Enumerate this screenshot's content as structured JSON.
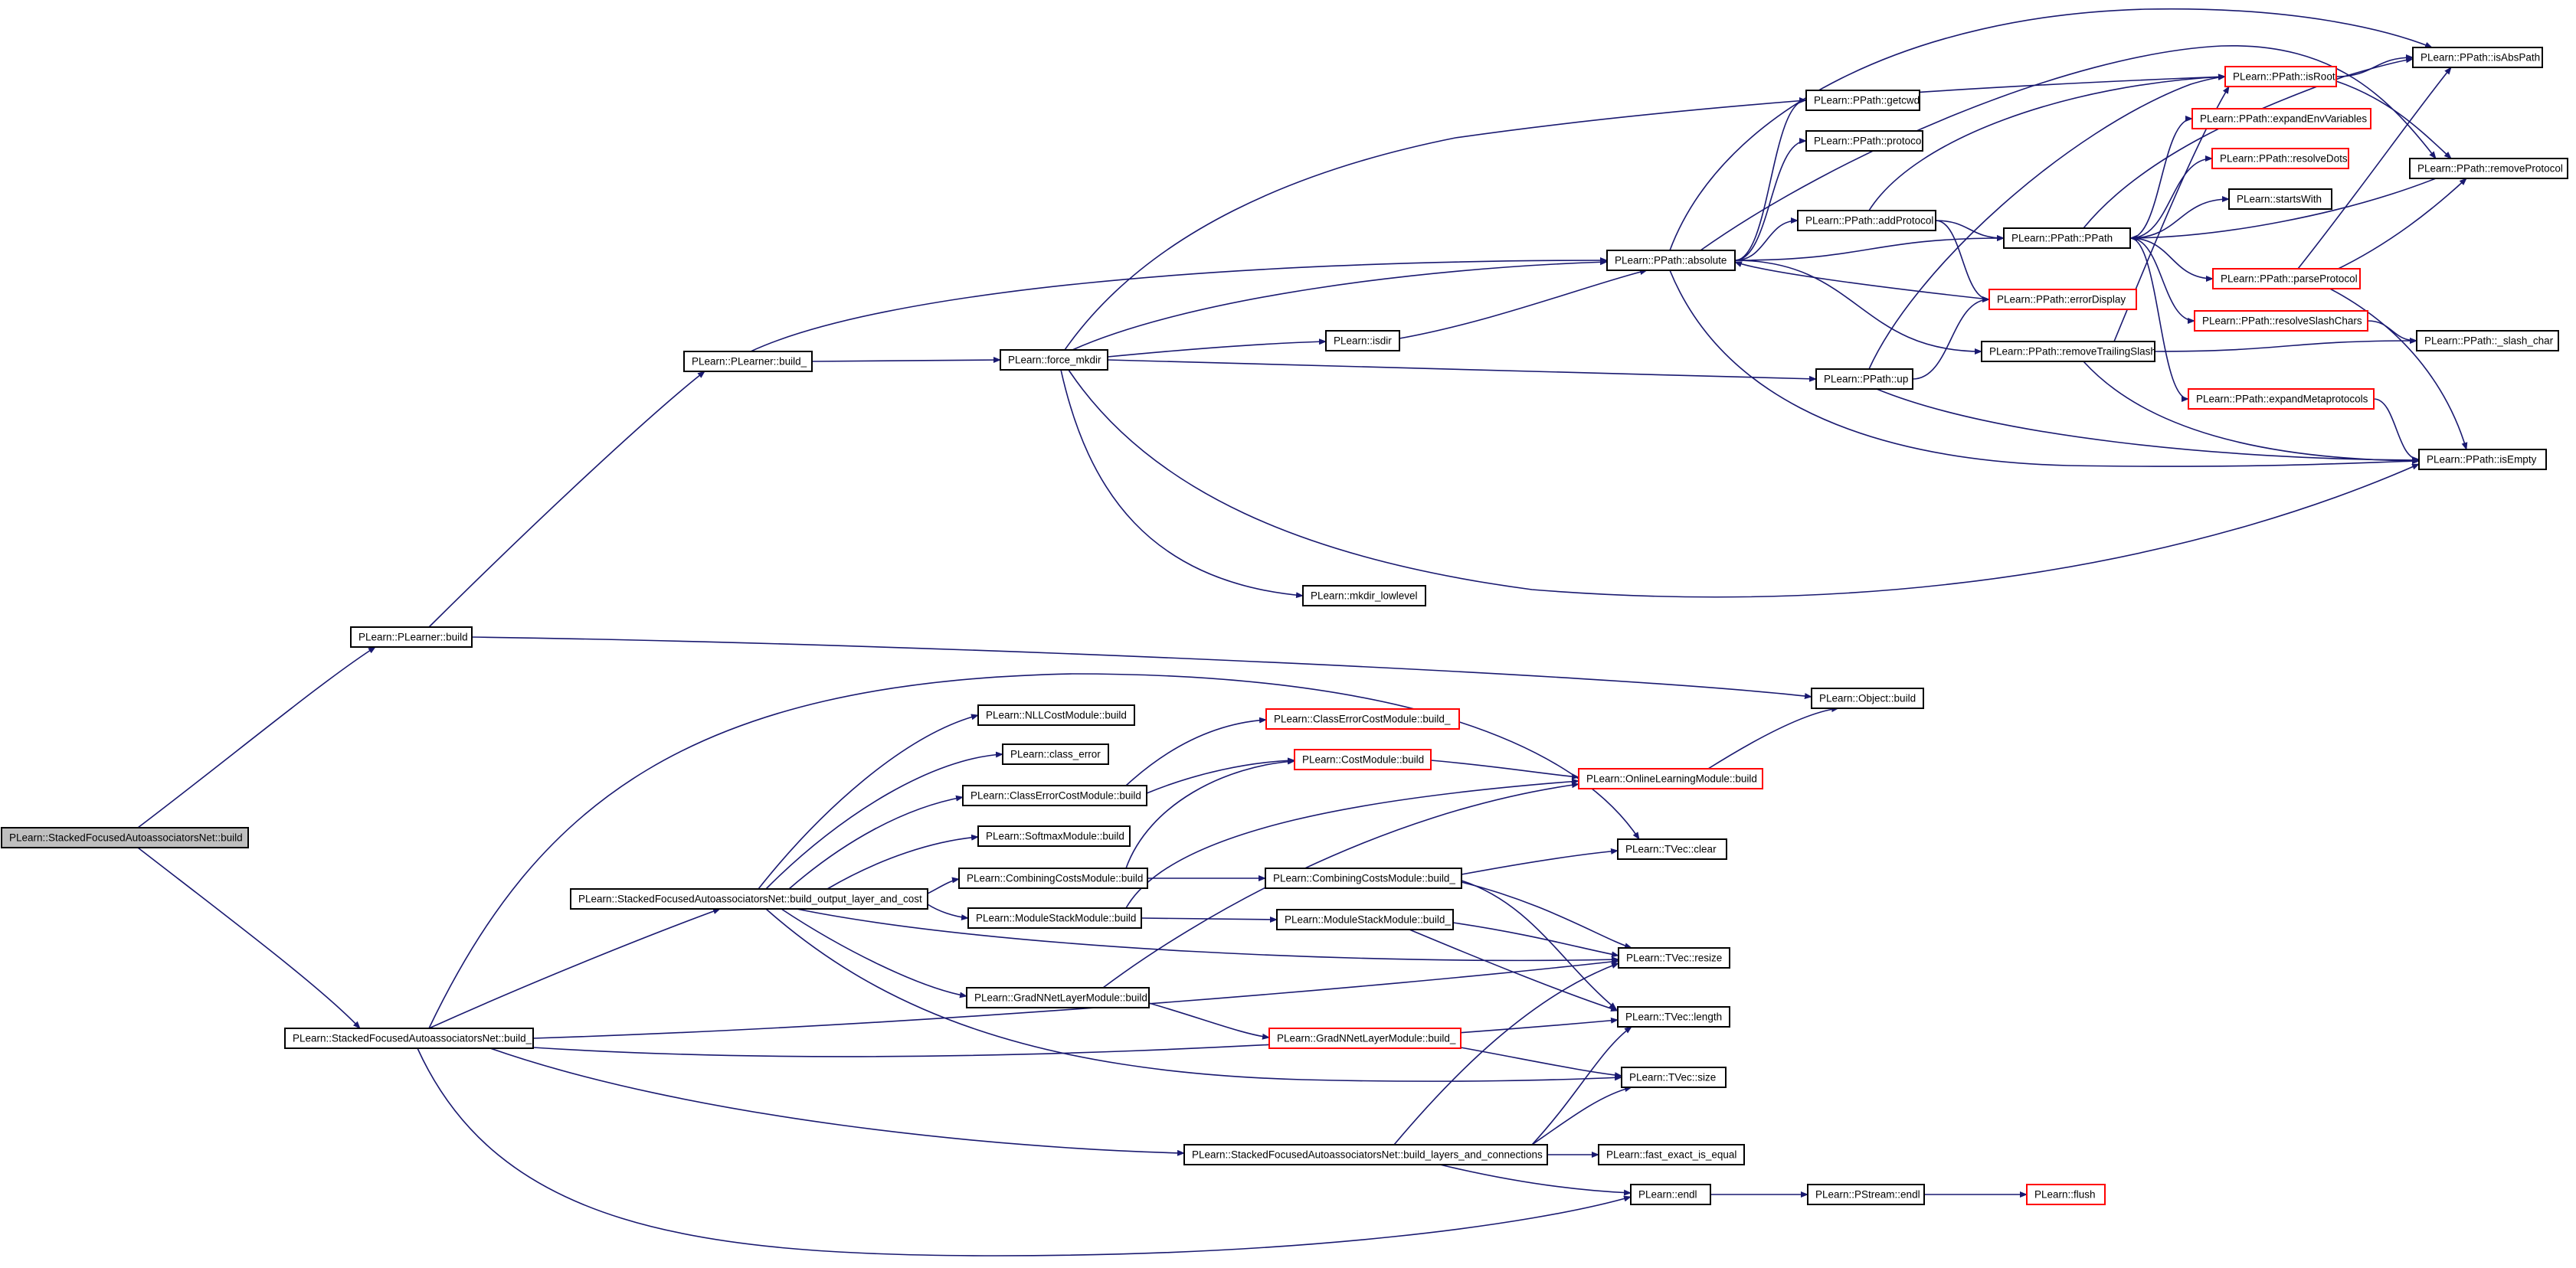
{
  "colors": {
    "edge": "#191970",
    "normal_border": "#000000",
    "truncated_border": "#ff0000",
    "root_fill": "#bfbfbf",
    "node_fill": "#ffffff"
  },
  "nodes": [
    {
      "id": "root",
      "label": "PLearn::StackedFocusedAutoassociatorsNet::build",
      "kind": "root"
    },
    {
      "id": "plearner_build",
      "label": "PLearn::PLearner::build",
      "kind": "normal"
    },
    {
      "id": "plearner_build_",
      "label": "PLearn::PLearner::build_",
      "kind": "normal"
    },
    {
      "id": "force_mkdir",
      "label": "PLearn::force_mkdir",
      "kind": "normal"
    },
    {
      "id": "isdir",
      "label": "PLearn::isdir",
      "kind": "normal"
    },
    {
      "id": "mkdir_lowlevel",
      "label": "PLearn::mkdir_lowlevel",
      "kind": "normal"
    },
    {
      "id": "ppath_absolute",
      "label": "PLearn::PPath::absolute",
      "kind": "normal"
    },
    {
      "id": "ppath_getcwd",
      "label": "PLearn::PPath::getcwd",
      "kind": "normal"
    },
    {
      "id": "ppath_protocol",
      "label": "PLearn::PPath::protocol",
      "kind": "normal"
    },
    {
      "id": "ppath_addprotocol",
      "label": "PLearn::PPath::addProtocol",
      "kind": "normal"
    },
    {
      "id": "ppath_up",
      "label": "PLearn::PPath::up",
      "kind": "normal"
    },
    {
      "id": "ppath_removetrailingslash",
      "label": "PLearn::PPath::removeTrailingSlash",
      "kind": "normal"
    },
    {
      "id": "ppath_errordisplay",
      "label": "PLearn::PPath::errorDisplay",
      "kind": "truncated"
    },
    {
      "id": "ppath_ppath",
      "label": "PLearn::PPath::PPath",
      "kind": "normal"
    },
    {
      "id": "ppath_isroot",
      "label": "PLearn::PPath::isRoot",
      "kind": "truncated"
    },
    {
      "id": "ppath_expandenvvariables",
      "label": "PLearn::PPath::expandEnvVariables",
      "kind": "truncated"
    },
    {
      "id": "ppath_resolvedots",
      "label": "PLearn::PPath::resolveDots",
      "kind": "truncated"
    },
    {
      "id": "startswith",
      "label": "PLearn::startsWith",
      "kind": "normal"
    },
    {
      "id": "ppath_parseprotocol",
      "label": "PLearn::PPath::parseProtocol",
      "kind": "truncated"
    },
    {
      "id": "ppath_resolveslashchars",
      "label": "PLearn::PPath::resolveSlashChars",
      "kind": "truncated"
    },
    {
      "id": "ppath_expandmetaprotocols",
      "label": "PLearn::PPath::expandMetaprotocols",
      "kind": "truncated"
    },
    {
      "id": "ppath_isabspath",
      "label": "PLearn::PPath::isAbsPath",
      "kind": "normal"
    },
    {
      "id": "ppath_removeprotocol",
      "label": "PLearn::PPath::removeProtocol",
      "kind": "normal"
    },
    {
      "id": "ppath_slash_char",
      "label": "PLearn::PPath::_slash_char",
      "kind": "normal"
    },
    {
      "id": "ppath_isempty",
      "label": "PLearn::PPath::isEmpty",
      "kind": "normal"
    },
    {
      "id": "object_build",
      "label": "PLearn::Object::build",
      "kind": "normal"
    },
    {
      "id": "sfan_build_",
      "label": "PLearn::StackedFocusedAutoassociatorsNet::build_",
      "kind": "normal"
    },
    {
      "id": "sfan_build_output",
      "label": "PLearn::StackedFocusedAutoassociatorsNet::build_output_layer_and_cost",
      "kind": "normal"
    },
    {
      "id": "nllcost_build",
      "label": "PLearn::NLLCostModule::build",
      "kind": "normal"
    },
    {
      "id": "class_error",
      "label": "PLearn::class_error",
      "kind": "normal"
    },
    {
      "id": "classerrorcost_build",
      "label": "PLearn::ClassErrorCostModule::build",
      "kind": "normal"
    },
    {
      "id": "softmax_build",
      "label": "PLearn::SoftmaxModule::build",
      "kind": "normal"
    },
    {
      "id": "combiningcosts_build",
      "label": "PLearn::CombiningCostsModule::build",
      "kind": "normal"
    },
    {
      "id": "modulestack_build",
      "label": "PLearn::ModuleStackModule::build",
      "kind": "normal"
    },
    {
      "id": "gradnnet_build",
      "label": "PLearn::GradNNetLayerModule::build",
      "kind": "normal"
    },
    {
      "id": "classerrorcost_build_",
      "label": "PLearn::ClassErrorCostModule::build_",
      "kind": "truncated"
    },
    {
      "id": "costmodule_build",
      "label": "PLearn::CostModule::build",
      "kind": "truncated"
    },
    {
      "id": "combiningcosts_build_",
      "label": "PLearn::CombiningCostsModule::build_",
      "kind": "normal"
    },
    {
      "id": "modulestack_build_",
      "label": "PLearn::ModuleStackModule::build_",
      "kind": "normal"
    },
    {
      "id": "gradnnet_build_",
      "label": "PLearn::GradNNetLayerModule::build_",
      "kind": "truncated"
    },
    {
      "id": "onlinelearning_build",
      "label": "PLearn::OnlineLearningModule::build",
      "kind": "truncated"
    },
    {
      "id": "tvec_clear",
      "label": "PLearn::TVec::clear",
      "kind": "normal"
    },
    {
      "id": "tvec_resize",
      "label": "PLearn::TVec::resize",
      "kind": "normal"
    },
    {
      "id": "tvec_length",
      "label": "PLearn::TVec::length",
      "kind": "normal"
    },
    {
      "id": "tvec_size",
      "label": "PLearn::TVec::size",
      "kind": "normal"
    },
    {
      "id": "fast_exact_is_equal",
      "label": "PLearn::fast_exact_is_equal",
      "kind": "normal"
    },
    {
      "id": "sfan_build_layers",
      "label": "PLearn::StackedFocusedAutoassociatorsNet::build_layers_and_connections",
      "kind": "normal"
    },
    {
      "id": "endl",
      "label": "PLearn::endl",
      "kind": "normal"
    },
    {
      "id": "pstream_endl",
      "label": "PLearn::PStream::endl",
      "kind": "normal"
    },
    {
      "id": "flush",
      "label": "PLearn::flush",
      "kind": "truncated"
    }
  ],
  "edges": [
    [
      "root",
      "plearner_build"
    ],
    [
      "root",
      "sfan_build_"
    ],
    [
      "plearner_build",
      "plearner_build_"
    ],
    [
      "plearner_build",
      "object_build"
    ],
    [
      "plearner_build_",
      "ppath_absolute"
    ],
    [
      "plearner_build_",
      "force_mkdir"
    ],
    [
      "force_mkdir",
      "ppath_absolute"
    ],
    [
      "force_mkdir",
      "isdir"
    ],
    [
      "force_mkdir",
      "ppath_up"
    ],
    [
      "force_mkdir",
      "ppath_isroot"
    ],
    [
      "force_mkdir",
      "ppath_isempty"
    ],
    [
      "force_mkdir",
      "mkdir_lowlevel"
    ],
    [
      "isdir",
      "ppath_absolute"
    ],
    [
      "ppath_absolute",
      "ppath_getcwd"
    ],
    [
      "ppath_absolute",
      "ppath_protocol"
    ],
    [
      "ppath_absolute",
      "ppath_addprotocol"
    ],
    [
      "ppath_absolute",
      "ppath_ppath"
    ],
    [
      "ppath_absolute",
      "ppath_removetrailingslash"
    ],
    [
      "ppath_absolute",
      "ppath_isabspath"
    ],
    [
      "ppath_absolute",
      "ppath_isempty"
    ],
    [
      "ppath_absolute",
      "ppath_removeprotocol"
    ],
    [
      "ppath_addprotocol",
      "ppath_ppath"
    ],
    [
      "ppath_addprotocol",
      "ppath_errordisplay"
    ],
    [
      "ppath_addprotocol",
      "ppath_isroot"
    ],
    [
      "ppath_errordisplay",
      "ppath_absolute"
    ],
    [
      "ppath_up",
      "ppath_errordisplay"
    ],
    [
      "ppath_up",
      "ppath_isempty"
    ],
    [
      "ppath_up",
      "ppath_isroot"
    ],
    [
      "ppath_removetrailingslash",
      "ppath_slash_char"
    ],
    [
      "ppath_removetrailingslash",
      "ppath_isempty"
    ],
    [
      "ppath_removetrailingslash",
      "ppath_isroot"
    ],
    [
      "ppath_ppath",
      "ppath_expandenvvariables"
    ],
    [
      "ppath_ppath",
      "ppath_resolvedots"
    ],
    [
      "ppath_ppath",
      "startswith"
    ],
    [
      "ppath_ppath",
      "ppath_parseprotocol"
    ],
    [
      "ppath_ppath",
      "ppath_resolveslashchars"
    ],
    [
      "ppath_ppath",
      "ppath_expandmetaprotocols"
    ],
    [
      "ppath_ppath",
      "ppath_isabspath"
    ],
    [
      "ppath_isroot",
      "ppath_isabspath"
    ],
    [
      "ppath_isroot",
      "ppath_removeprotocol"
    ],
    [
      "ppath_parseprotocol",
      "ppath_isabspath"
    ],
    [
      "ppath_parseprotocol",
      "ppath_removeprotocol"
    ],
    [
      "ppath_parseprotocol",
      "ppath_isempty"
    ],
    [
      "ppath_removeprotocol",
      "ppath_ppath"
    ],
    [
      "ppath_resolveslashchars",
      "ppath_slash_char"
    ],
    [
      "ppath_expandmetaprotocols",
      "ppath_isempty"
    ],
    [
      "sfan_build_",
      "sfan_build_output"
    ],
    [
      "sfan_build_",
      "sfan_build_layers"
    ],
    [
      "sfan_build_",
      "tvec_clear"
    ],
    [
      "sfan_build_",
      "tvec_resize"
    ],
    [
      "sfan_build_",
      "tvec_length"
    ],
    [
      "sfan_build_",
      "endl"
    ],
    [
      "sfan_build_output",
      "nllcost_build"
    ],
    [
      "sfan_build_output",
      "class_error"
    ],
    [
      "sfan_build_output",
      "classerrorcost_build"
    ],
    [
      "sfan_build_output",
      "softmax_build"
    ],
    [
      "sfan_build_output",
      "combiningcosts_build"
    ],
    [
      "sfan_build_output",
      "modulestack_build"
    ],
    [
      "sfan_build_output",
      "gradnnet_build"
    ],
    [
      "sfan_build_output",
      "tvec_resize"
    ],
    [
      "sfan_build_output",
      "tvec_size"
    ],
    [
      "classerrorcost_build",
      "classerrorcost_build_"
    ],
    [
      "classerrorcost_build",
      "costmodule_build"
    ],
    [
      "combiningcosts_build",
      "combiningcosts_build_"
    ],
    [
      "combiningcosts_build",
      "costmodule_build"
    ],
    [
      "modulestack_build",
      "modulestack_build_"
    ],
    [
      "modulestack_build",
      "onlinelearning_build"
    ],
    [
      "gradnnet_build",
      "gradnnet_build_"
    ],
    [
      "gradnnet_build",
      "onlinelearning_build"
    ],
    [
      "costmodule_build",
      "onlinelearning_build"
    ],
    [
      "onlinelearning_build",
      "object_build"
    ],
    [
      "combiningcosts_build_",
      "tvec_clear"
    ],
    [
      "combiningcosts_build_",
      "tvec_resize"
    ],
    [
      "combiningcosts_build_",
      "tvec_length"
    ],
    [
      "modulestack_build_",
      "tvec_resize"
    ],
    [
      "modulestack_build_",
      "tvec_length"
    ],
    [
      "gradnnet_build_",
      "tvec_size"
    ],
    [
      "sfan_build_layers",
      "tvec_resize"
    ],
    [
      "sfan_build_layers",
      "tvec_length"
    ],
    [
      "sfan_build_layers",
      "tvec_size"
    ],
    [
      "sfan_build_layers",
      "fast_exact_is_equal"
    ],
    [
      "sfan_build_layers",
      "endl"
    ],
    [
      "endl",
      "pstream_endl"
    ],
    [
      "pstream_endl",
      "flush"
    ]
  ]
}
